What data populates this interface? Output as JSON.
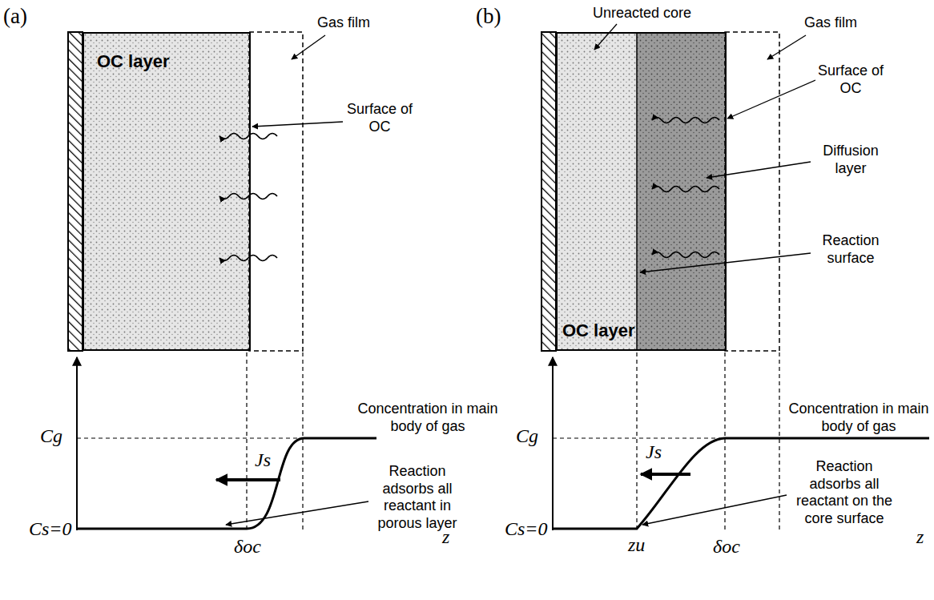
{
  "diagram": {
    "nodes": [
      {
        "text": [
          "OC layer"
        ]
      },
      {
        "text": [
          "OC layer"
        ]
      }
    ],
    "labels": [
      "(a)",
      "Gas film",
      "Surface of OC",
      "Cg",
      "Concentration in main body of gas",
      "Js",
      "Reaction adsorbs all reactant in porous layer",
      "Cs=0",
      "δoc",
      "z",
      "(b)",
      "Unreacted core",
      "Gas film",
      "Surface of OC",
      "Diffusion layer",
      "Reaction surface",
      "Cg",
      "Concentration in main body of gas",
      "Js",
      "Reaction adsorbs all reactant on the core surface",
      "Cs=0",
      "zu",
      "δoc",
      "z"
    ]
  }
}
